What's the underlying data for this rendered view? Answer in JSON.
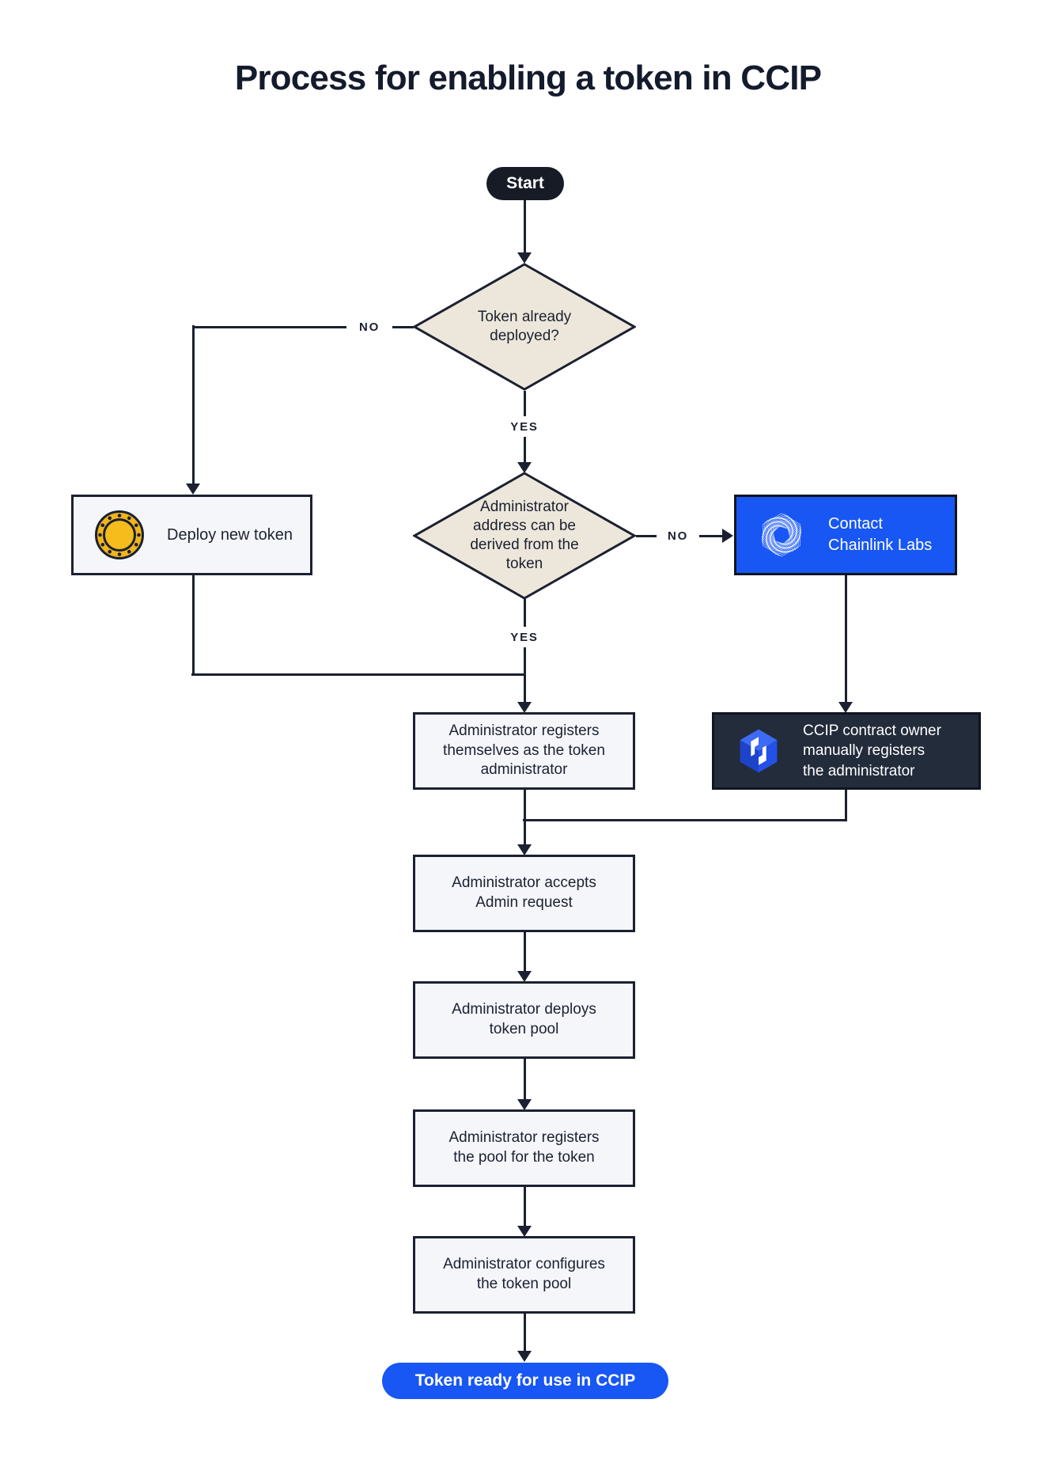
{
  "title": "Process for enabling a token in CCIP",
  "nodes": {
    "start": {
      "label": "Start"
    },
    "token_already_deployed": {
      "label": "Token already\ndeployed?"
    },
    "deploy_new_token": {
      "label": "Deploy new token",
      "icon": "coin-icon"
    },
    "admin_address_derivable": {
      "label": "Administrator\naddress can be\nderived from the\ntoken"
    },
    "contact_chainlink_labs": {
      "label": "Contact\nChainlink Labs",
      "icon": "chainlink-icon"
    },
    "admin_registers_self": {
      "label": "Administrator registers\nthemselves as the token\nadministrator"
    },
    "ccip_owner_registers_admin": {
      "label": "CCIP contract owner\nmanually registers\nthe administrator",
      "icon": "ccip-icon"
    },
    "admin_accepts_request": {
      "label": "Administrator accepts\nAdmin request"
    },
    "admin_deploys_pool": {
      "label": "Administrator deploys\ntoken pool"
    },
    "admin_registers_pool": {
      "label": "Administrator registers\nthe pool for the token"
    },
    "admin_configures_pool": {
      "label": "Administrator configures\nthe token pool"
    },
    "token_ready": {
      "label": "Token ready for use in CCIP"
    }
  },
  "edge_labels": {
    "no_left": "NO",
    "yes_top": "YES",
    "no_right": "NO",
    "yes_bottom": "YES"
  },
  "colors": {
    "accent_blue": "#1857F4",
    "navy": "#1B2130",
    "diamond_beige": "#EDE7DB",
    "light_box": "#F4F6FA",
    "dark_box": "#232C3B",
    "coin_gold": "#F1B41D"
  }
}
